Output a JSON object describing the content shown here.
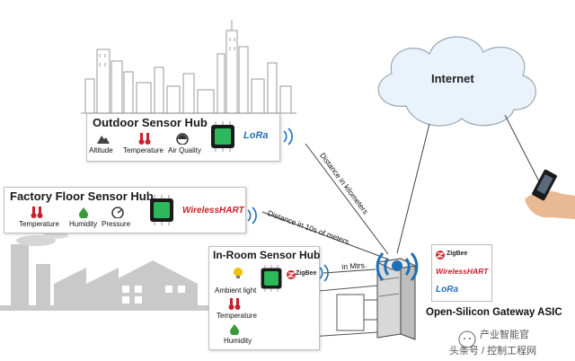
{
  "cloud": {
    "label": "Internet"
  },
  "outdoor_hub": {
    "title": "Outdoor Sensor Hub",
    "sensors": [
      "Altitude",
      "Temperature",
      "Air Quality"
    ],
    "protocol": "LoRa"
  },
  "factory_hub": {
    "title": "Factory Floor Sensor Hub",
    "sensors": [
      "Temperature",
      "Humidity",
      "Pressure"
    ],
    "protocol": "WirelessHART"
  },
  "room_hub": {
    "title": "In-Room Sensor Hub",
    "sensors": [
      "Ambient light",
      "Temperature",
      "Humidity"
    ],
    "protocol": "ZigBee"
  },
  "links": {
    "outdoor": "Distance in kilometers",
    "factory": "Distance in 10s of meters",
    "room": "in Mtrs."
  },
  "gateway": {
    "label": "Open-Silicon Gateway ASIC",
    "protocols": [
      "ZigBee",
      "WirelessHART",
      "LoRa"
    ]
  },
  "watermark": {
    "line1": "产业智能官",
    "line2": "头条号 / 控制工程网"
  },
  "colors": {
    "chip_green": "#2eb85c",
    "wave_blue": "#1f6fb8",
    "lora_blue": "#2a6fb5",
    "hart_red": "#c8202a",
    "zigbee_red": "#d21f2a",
    "factory_gray": "#c9c9c9",
    "city_gray": "#bcbcbc"
  }
}
